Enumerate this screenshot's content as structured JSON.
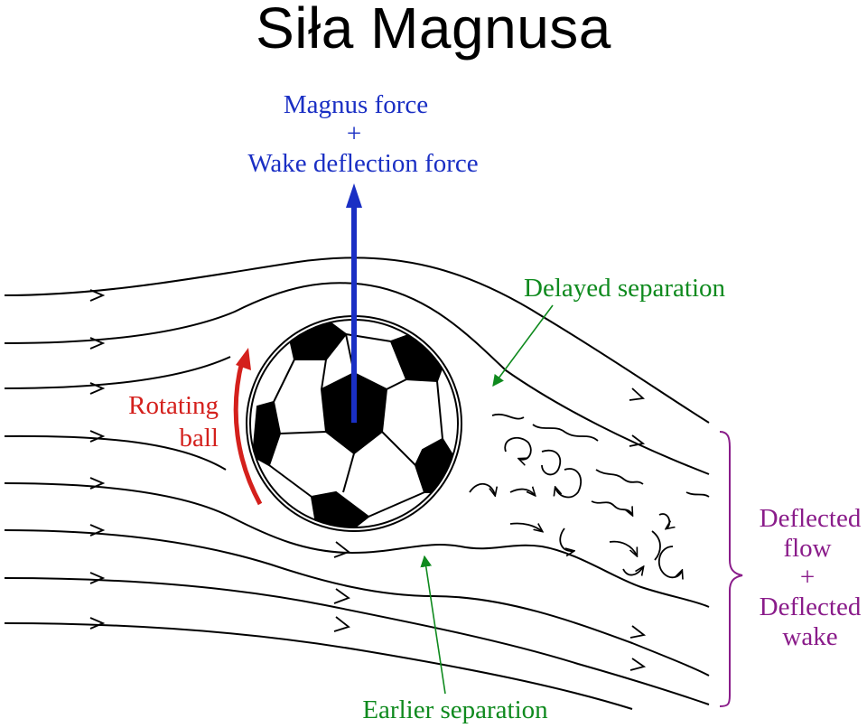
{
  "title": "Siła Magnusa",
  "labels": {
    "force_line1": "Magnus force",
    "force_plus": "+",
    "force_line2": "Wake deflection force",
    "delayed_separation": "Delayed separation",
    "rotating_line1": "Rotating",
    "rotating_line2": "ball",
    "earlier_separation": "Earlier separation",
    "deflected_line1": "Deflected",
    "deflected_line2": "flow",
    "deflected_plus": "+",
    "deflected_line3": "Deflected",
    "deflected_line4": "wake"
  },
  "colors": {
    "force": "#1a2fc4",
    "separation": "#0f8a1e",
    "rotation": "#d4201c",
    "wake": "#8a1c8a",
    "streamline": "#000000"
  }
}
